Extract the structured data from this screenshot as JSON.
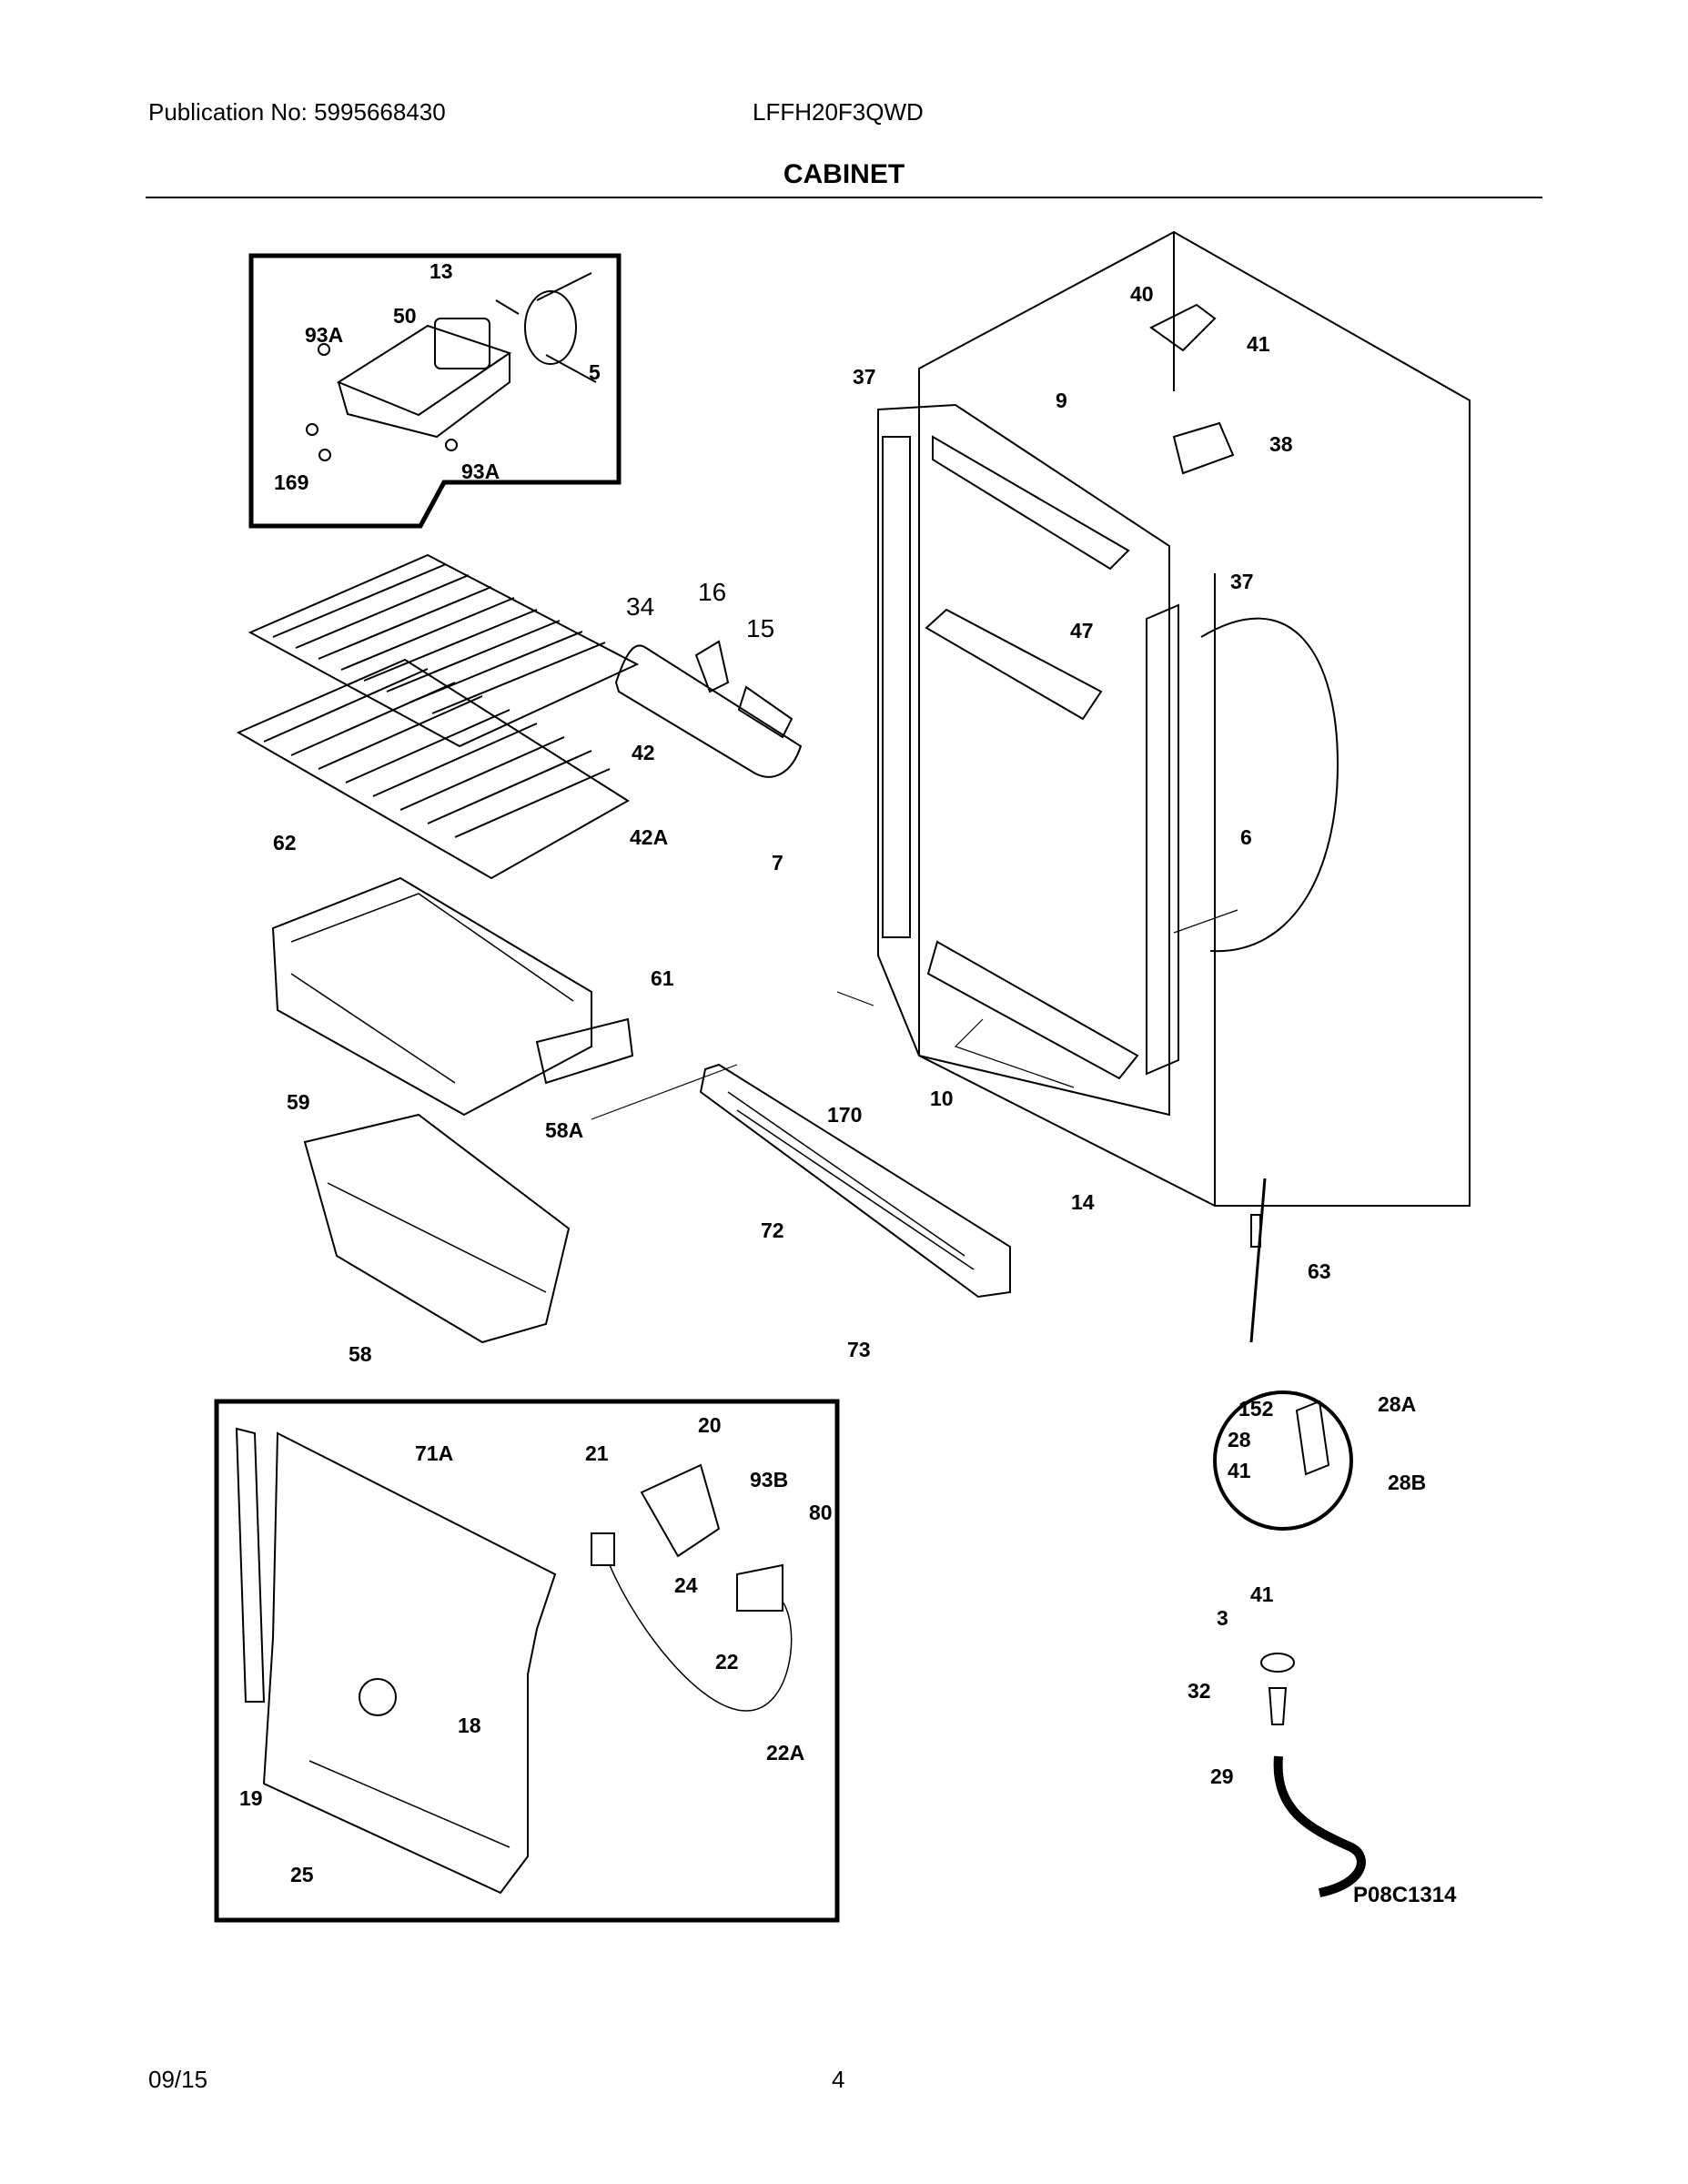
{
  "header": {
    "publication": "Publication No: 5995668430",
    "model": "LFFH20F3QWD",
    "title": "CABINET"
  },
  "footer": {
    "date": "09/15",
    "page": "4"
  },
  "diagram_code": "P08C1314",
  "labels": [
    "13",
    "93A",
    "50",
    "5",
    "169",
    "93A",
    "40",
    "41",
    "37",
    "9",
    "38",
    "37",
    "34",
    "16",
    "15",
    "47",
    "42",
    "42A",
    "62",
    "7",
    "6",
    "61",
    "59",
    "58A",
    "10",
    "170",
    "72",
    "14",
    "63",
    "73",
    "58",
    "71A",
    "21",
    "20",
    "93B",
    "80",
    "24",
    "22",
    "18",
    "19",
    "25",
    "22A",
    "152",
    "28A",
    "28",
    "41",
    "28B",
    "41",
    "3",
    "32",
    "29"
  ]
}
